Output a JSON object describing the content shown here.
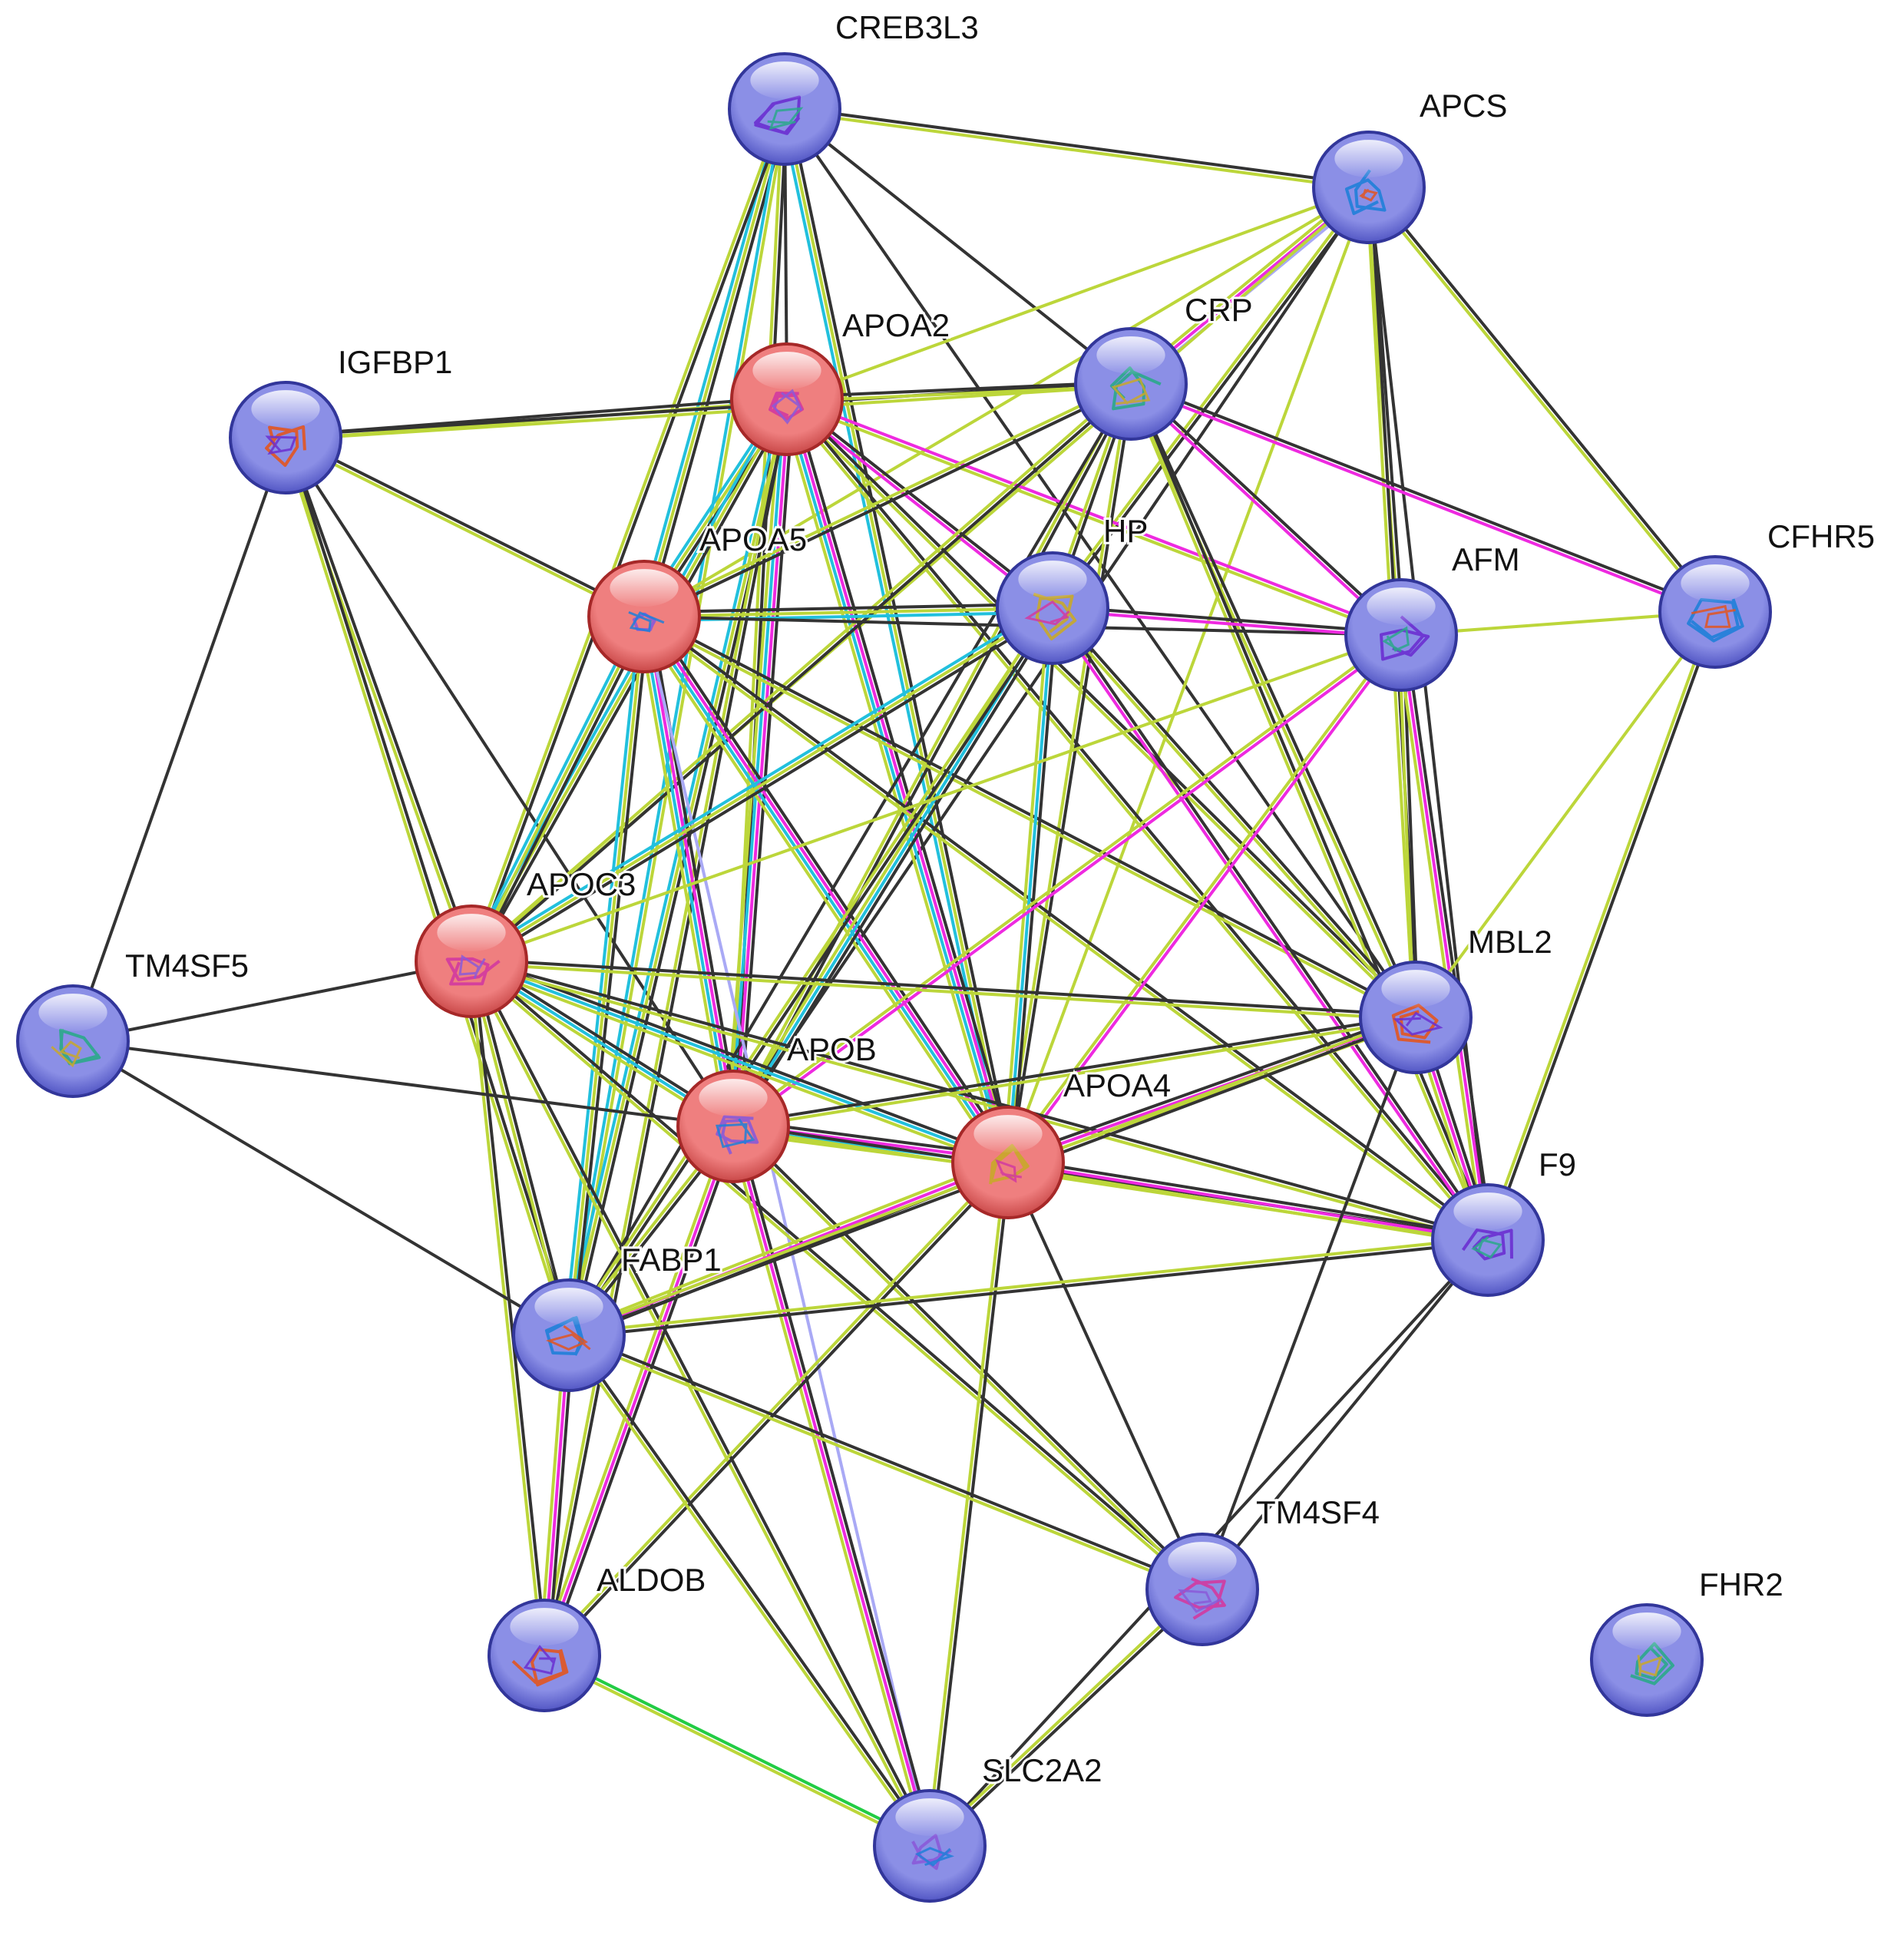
{
  "network": {
    "nodes": [
      {
        "id": "CREB3L3",
        "label": "CREB3L3",
        "group": "other"
      },
      {
        "id": "APCS",
        "label": "APCS",
        "group": "other"
      },
      {
        "id": "APOA2",
        "label": "APOA2",
        "group": "query"
      },
      {
        "id": "CRP",
        "label": "CRP",
        "group": "other"
      },
      {
        "id": "IGFBP1",
        "label": "IGFBP1",
        "group": "other"
      },
      {
        "id": "APOA5",
        "label": "APOA5",
        "group": "query"
      },
      {
        "id": "HP",
        "label": "HP",
        "group": "other"
      },
      {
        "id": "AFM",
        "label": "AFM",
        "group": "other"
      },
      {
        "id": "CFHR5",
        "label": "CFHR5",
        "group": "other"
      },
      {
        "id": "APOC3",
        "label": "APOC3",
        "group": "query"
      },
      {
        "id": "TM4SF5",
        "label": "TM4SF5",
        "group": "other"
      },
      {
        "id": "MBL2",
        "label": "MBL2",
        "group": "other"
      },
      {
        "id": "APOB",
        "label": "APOB",
        "group": "query"
      },
      {
        "id": "APOA4",
        "label": "APOA4",
        "group": "query"
      },
      {
        "id": "F9",
        "label": "F9",
        "group": "other"
      },
      {
        "id": "FABP1",
        "label": "FABP1",
        "group": "other"
      },
      {
        "id": "TM4SF4",
        "label": "TM4SF4",
        "group": "other"
      },
      {
        "id": "FHR2",
        "label": "FHR2",
        "group": "other"
      },
      {
        "id": "ALDOB",
        "label": "ALDOB",
        "group": "other"
      },
      {
        "id": "SLC2A2",
        "label": "SLC2A2",
        "group": "other"
      }
    ],
    "edges": [
      {
        "source": "CREB3L3",
        "target": "APCS",
        "types": [
          "black",
          "yellowgreen"
        ]
      },
      {
        "source": "CREB3L3",
        "target": "CRP",
        "types": [
          "black"
        ]
      },
      {
        "source": "CREB3L3",
        "target": "APOA2",
        "types": [
          "black"
        ]
      },
      {
        "source": "CREB3L3",
        "target": "APOA5",
        "types": [
          "black",
          "yellowgreen",
          "cyan"
        ]
      },
      {
        "source": "CREB3L3",
        "target": "APOC3",
        "types": [
          "black",
          "yellowgreen"
        ]
      },
      {
        "source": "CREB3L3",
        "target": "APOB",
        "types": [
          "black",
          "yellowgreen"
        ]
      },
      {
        "source": "CREB3L3",
        "target": "APOA4",
        "types": [
          "black",
          "yellowgreen",
          "cyan"
        ]
      },
      {
        "source": "CREB3L3",
        "target": "FABP1",
        "types": [
          "yellowgreen",
          "cyan"
        ]
      },
      {
        "source": "CREB3L3",
        "target": "MBL2",
        "types": [
          "black"
        ]
      },
      {
        "source": "APCS",
        "target": "CRP",
        "types": [
          "lavender",
          "magenta",
          "yellowgreen"
        ]
      },
      {
        "source": "APCS",
        "target": "APOA2",
        "types": [
          "yellowgreen"
        ]
      },
      {
        "source": "APCS",
        "target": "HP",
        "types": [
          "black",
          "yellowgreen"
        ]
      },
      {
        "source": "APCS",
        "target": "AFM",
        "types": [
          "black",
          "yellowgreen"
        ]
      },
      {
        "source": "APCS",
        "target": "CFHR5",
        "types": [
          "black",
          "yellowgreen"
        ]
      },
      {
        "source": "APCS",
        "target": "MBL2",
        "types": [
          "black",
          "yellowgreen"
        ]
      },
      {
        "source": "APCS",
        "target": "APOA5",
        "types": [
          "yellowgreen"
        ]
      },
      {
        "source": "APCS",
        "target": "APOC3",
        "types": [
          "yellowgreen"
        ]
      },
      {
        "source": "APCS",
        "target": "APOA4",
        "types": [
          "yellowgreen"
        ]
      },
      {
        "source": "APCS",
        "target": "APOB",
        "types": [
          "black"
        ]
      },
      {
        "source": "APCS",
        "target": "F9",
        "types": [
          "black"
        ]
      },
      {
        "source": "IGFBP1",
        "target": "APOA2",
        "types": [
          "black",
          "yellowgreen"
        ]
      },
      {
        "source": "IGFBP1",
        "target": "CRP",
        "types": [
          "black",
          "yellowgreen"
        ]
      },
      {
        "source": "IGFBP1",
        "target": "APOA5",
        "types": [
          "black",
          "yellowgreen"
        ]
      },
      {
        "source": "IGFBP1",
        "target": "APOC3",
        "types": [
          "black",
          "yellowgreen"
        ]
      },
      {
        "source": "IGFBP1",
        "target": "TM4SF5",
        "types": [
          "black"
        ]
      },
      {
        "source": "IGFBP1",
        "target": "APOB",
        "types": [
          "black"
        ]
      },
      {
        "source": "IGFBP1",
        "target": "FABP1",
        "types": [
          "black",
          "yellowgreen"
        ]
      },
      {
        "source": "APOA2",
        "target": "CRP",
        "types": [
          "black",
          "yellowgreen"
        ]
      },
      {
        "source": "APOA2",
        "target": "APOA5",
        "types": [
          "black",
          "yellowgreen",
          "cyan"
        ]
      },
      {
        "source": "APOA2",
        "target": "HP",
        "types": [
          "black",
          "magenta"
        ]
      },
      {
        "source": "APOA2",
        "target": "AFM",
        "types": [
          "magenta",
          "yellowgreen"
        ]
      },
      {
        "source": "APOA2",
        "target": "APOC3",
        "types": [
          "black",
          "yellowgreen",
          "cyan"
        ]
      },
      {
        "source": "APOA2",
        "target": "APOB",
        "types": [
          "black",
          "magenta",
          "cyan",
          "yellowgreen"
        ]
      },
      {
        "source": "APOA2",
        "target": "APOA4",
        "types": [
          "black",
          "magenta",
          "cyan",
          "yellowgreen"
        ]
      },
      {
        "source": "APOA2",
        "target": "FABP1",
        "types": [
          "black",
          "yellowgreen",
          "cyan"
        ]
      },
      {
        "source": "APOA2",
        "target": "MBL2",
        "types": [
          "black",
          "yellowgreen"
        ]
      },
      {
        "source": "APOA2",
        "target": "F9",
        "types": [
          "black",
          "yellowgreen"
        ]
      },
      {
        "source": "APOA2",
        "target": "ALDOB",
        "types": [
          "black",
          "yellowgreen"
        ]
      },
      {
        "source": "CRP",
        "target": "APOA5",
        "types": [
          "black",
          "yellowgreen"
        ]
      },
      {
        "source": "CRP",
        "target": "HP",
        "types": [
          "black",
          "yellowgreen"
        ]
      },
      {
        "source": "CRP",
        "target": "AFM",
        "types": [
          "black",
          "magenta"
        ]
      },
      {
        "source": "CRP",
        "target": "CFHR5",
        "types": [
          "black",
          "magenta"
        ]
      },
      {
        "source": "CRP",
        "target": "APOC3",
        "types": [
          "black",
          "yellowgreen"
        ]
      },
      {
        "source": "CRP",
        "target": "APOB",
        "types": [
          "black",
          "yellowgreen"
        ]
      },
      {
        "source": "CRP",
        "target": "APOA4",
        "types": [
          "black",
          "yellowgreen"
        ]
      },
      {
        "source": "CRP",
        "target": "MBL2",
        "types": [
          "black",
          "yellowgreen"
        ]
      },
      {
        "source": "CRP",
        "target": "F9",
        "types": [
          "black",
          "yellowgreen"
        ]
      },
      {
        "source": "CRP",
        "target": "FABP1",
        "types": [
          "black"
        ]
      },
      {
        "source": "APOA5",
        "target": "HP",
        "types": [
          "black",
          "yellowgreen",
          "cyan"
        ]
      },
      {
        "source": "APOA5",
        "target": "AFM",
        "types": [
          "black"
        ]
      },
      {
        "source": "APOA5",
        "target": "APOC3",
        "types": [
          "black",
          "yellowgreen",
          "cyan"
        ]
      },
      {
        "source": "APOA5",
        "target": "APOB",
        "types": [
          "black",
          "magenta",
          "cyan",
          "yellowgreen"
        ]
      },
      {
        "source": "APOA5",
        "target": "APOA4",
        "types": [
          "black",
          "magenta",
          "cyan",
          "yellowgreen"
        ]
      },
      {
        "source": "APOA5",
        "target": "FABP1",
        "types": [
          "black",
          "yellowgreen",
          "cyan"
        ]
      },
      {
        "source": "APOA5",
        "target": "MBL2",
        "types": [
          "black",
          "yellowgreen"
        ]
      },
      {
        "source": "APOA5",
        "target": "F9",
        "types": [
          "black",
          "yellowgreen"
        ]
      },
      {
        "source": "APOA5",
        "target": "SLC2A2",
        "types": [
          "lavender"
        ]
      },
      {
        "source": "HP",
        "target": "AFM",
        "types": [
          "black",
          "magenta"
        ]
      },
      {
        "source": "HP",
        "target": "APOC3",
        "types": [
          "black",
          "yellowgreen",
          "cyan"
        ]
      },
      {
        "source": "HP",
        "target": "APOB",
        "types": [
          "black",
          "cyan",
          "yellowgreen"
        ]
      },
      {
        "source": "HP",
        "target": "APOA4",
        "types": [
          "black",
          "cyan",
          "yellowgreen"
        ]
      },
      {
        "source": "HP",
        "target": "MBL2",
        "types": [
          "black",
          "yellowgreen"
        ]
      },
      {
        "source": "HP",
        "target": "F9",
        "types": [
          "black",
          "magenta"
        ]
      },
      {
        "source": "HP",
        "target": "FABP1",
        "types": [
          "black",
          "yellowgreen"
        ]
      },
      {
        "source": "AFM",
        "target": "CFHR5",
        "types": [
          "yellowgreen"
        ]
      },
      {
        "source": "AFM",
        "target": "MBL2",
        "types": [
          "black",
          "yellowgreen"
        ]
      },
      {
        "source": "AFM",
        "target": "F9",
        "types": [
          "black",
          "magenta",
          "yellowgreen"
        ]
      },
      {
        "source": "AFM",
        "target": "APOB",
        "types": [
          "magenta",
          "yellowgreen"
        ]
      },
      {
        "source": "AFM",
        "target": "APOA4",
        "types": [
          "magenta",
          "yellowgreen"
        ]
      },
      {
        "source": "AFM",
        "target": "APOC3",
        "types": [
          "yellowgreen"
        ]
      },
      {
        "source": "CFHR5",
        "target": "MBL2",
        "types": [
          "yellowgreen"
        ]
      },
      {
        "source": "CFHR5",
        "target": "F9",
        "types": [
          "black",
          "yellowgreen"
        ]
      },
      {
        "source": "APOC3",
        "target": "TM4SF5",
        "types": [
          "black"
        ]
      },
      {
        "source": "APOC3",
        "target": "APOB",
        "types": [
          "black",
          "cyan",
          "yellowgreen"
        ]
      },
      {
        "source": "APOC3",
        "target": "APOA4",
        "types": [
          "black",
          "cyan",
          "yellowgreen"
        ]
      },
      {
        "source": "APOC3",
        "target": "MBL2",
        "types": [
          "black",
          "yellowgreen"
        ]
      },
      {
        "source": "APOC3",
        "target": "F9",
        "types": [
          "black",
          "yellowgreen"
        ]
      },
      {
        "source": "APOC3",
        "target": "FABP1",
        "types": [
          "black",
          "yellowgreen"
        ]
      },
      {
        "source": "APOC3",
        "target": "ALDOB",
        "types": [
          "black",
          "yellowgreen"
        ]
      },
      {
        "source": "APOC3",
        "target": "SLC2A2",
        "types": [
          "black",
          "yellowgreen"
        ]
      },
      {
        "source": "APOC3",
        "target": "TM4SF4",
        "types": [
          "black",
          "yellowgreen"
        ]
      },
      {
        "source": "TM4SF5",
        "target": "APOB",
        "types": [
          "black"
        ]
      },
      {
        "source": "TM4SF5",
        "target": "FABP1",
        "types": [
          "black"
        ]
      },
      {
        "source": "APOB",
        "target": "APOA4",
        "types": [
          "black",
          "magenta",
          "cyan",
          "yellowgreen"
        ]
      },
      {
        "source": "APOB",
        "target": "MBL2",
        "types": [
          "black",
          "yellowgreen"
        ]
      },
      {
        "source": "APOB",
        "target": "F9",
        "types": [
          "black",
          "yellowgreen"
        ]
      },
      {
        "source": "APOB",
        "target": "FABP1",
        "types": [
          "black",
          "yellowgreen"
        ]
      },
      {
        "source": "APOB",
        "target": "ALDOB",
        "types": [
          "black",
          "magenta",
          "yellowgreen"
        ]
      },
      {
        "source": "APOB",
        "target": "SLC2A2",
        "types": [
          "black",
          "magenta",
          "yellowgreen"
        ]
      },
      {
        "source": "APOB",
        "target": "TM4SF4",
        "types": [
          "black",
          "yellowgreen"
        ]
      },
      {
        "source": "APOA4",
        "target": "MBL2",
        "types": [
          "black",
          "magenta",
          "yellowgreen"
        ]
      },
      {
        "source": "APOA4",
        "target": "F9",
        "types": [
          "black",
          "magenta",
          "yellowgreen"
        ]
      },
      {
        "source": "APOA4",
        "target": "FABP1",
        "types": [
          "black",
          "magenta",
          "yellowgreen"
        ]
      },
      {
        "source": "APOA4",
        "target": "ALDOB",
        "types": [
          "black",
          "yellowgreen"
        ]
      },
      {
        "source": "APOA4",
        "target": "SLC2A2",
        "types": [
          "black",
          "yellowgreen"
        ]
      },
      {
        "source": "APOA4",
        "target": "TM4SF4",
        "types": [
          "black"
        ]
      },
      {
        "source": "MBL2",
        "target": "F9",
        "types": [
          "black",
          "magenta",
          "yellowgreen"
        ]
      },
      {
        "source": "MBL2",
        "target": "FABP1",
        "types": [
          "black",
          "yellowgreen"
        ]
      },
      {
        "source": "MBL2",
        "target": "TM4SF4",
        "types": [
          "black"
        ]
      },
      {
        "source": "F9",
        "target": "FABP1",
        "types": [
          "black",
          "yellowgreen"
        ]
      },
      {
        "source": "F9",
        "target": "TM4SF4",
        "types": [
          "black"
        ]
      },
      {
        "source": "F9",
        "target": "SLC2A2",
        "types": [
          "black"
        ]
      },
      {
        "source": "FABP1",
        "target": "ALDOB",
        "types": [
          "black",
          "magenta",
          "yellowgreen"
        ]
      },
      {
        "source": "FABP1",
        "target": "SLC2A2",
        "types": [
          "black",
          "yellowgreen"
        ]
      },
      {
        "source": "FABP1",
        "target": "TM4SF4",
        "types": [
          "black",
          "yellowgreen"
        ]
      },
      {
        "source": "ALDOB",
        "target": "SLC2A2",
        "types": [
          "green",
          "yellowgreen"
        ]
      },
      {
        "source": "TM4SF4",
        "target": "SLC2A2",
        "types": [
          "black",
          "yellowgreen"
        ]
      }
    ]
  },
  "colors": {
    "node_query_fill": "#ef7f7f",
    "node_query_dark": "#c94848",
    "node_query_border": "#a62828",
    "node_other_fill": "#8b8fe6",
    "node_other_dark": "#5256c4",
    "node_other_border": "#32369a",
    "edge_black": "#333333",
    "edge_yellowgreen": "#bcd63a",
    "edge_cyan": "#22c0dd",
    "edge_magenta": "#ee2ae0",
    "edge_lavender": "#a9a9f5",
    "edge_green": "#22cc44",
    "structure_colors": [
      "#6a2fd0",
      "#1f7fd8",
      "#d13aa0",
      "#2aa88a",
      "#e2551f",
      "#8a5ad8",
      "#c8a82a"
    ]
  }
}
